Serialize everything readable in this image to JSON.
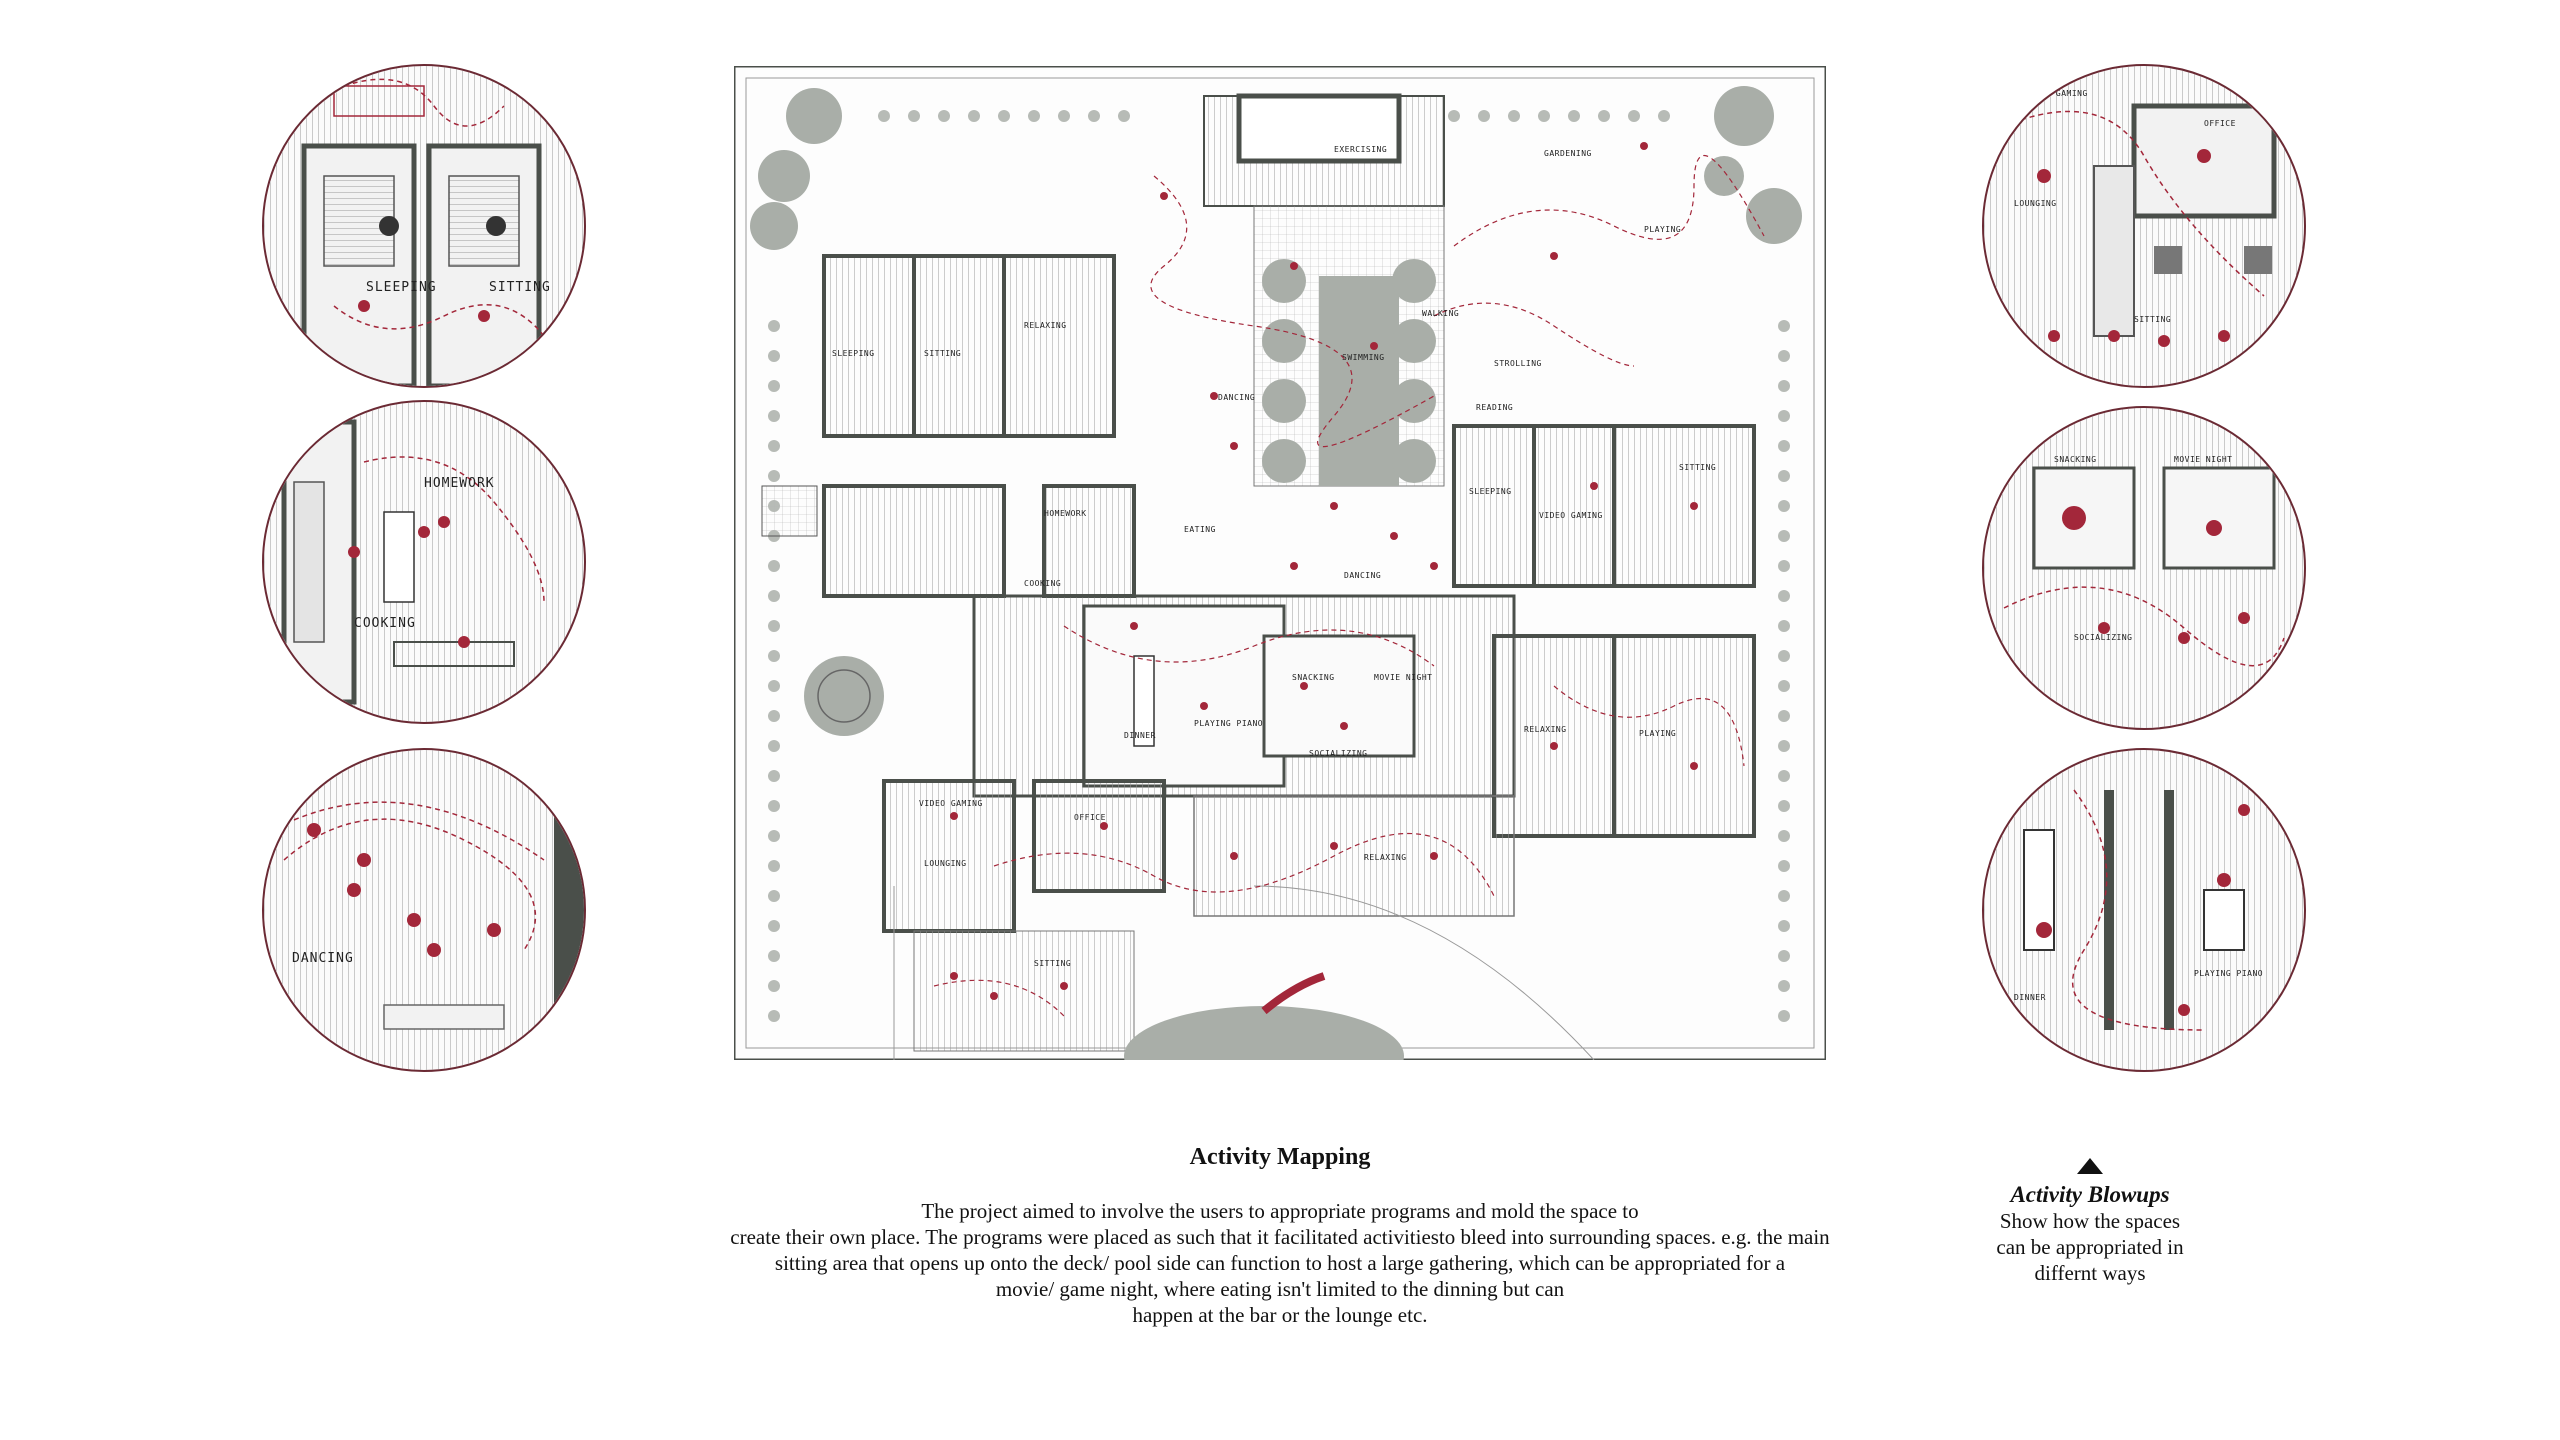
{
  "blowups_left": [
    {
      "labels": [
        "SLEEPING",
        "SITTING"
      ]
    },
    {
      "labels": [
        "HOMEWORK",
        "COOKING"
      ]
    },
    {
      "labels": [
        "DANCING"
      ]
    }
  ],
  "blowups_right": [
    {
      "labels": [
        "VIDEO GAMING",
        "OFFICE",
        "LOUNGING",
        "SITTING"
      ]
    },
    {
      "labels": [
        "SNACKING",
        "MOVIE NIGHT",
        "SOCIALIZING"
      ]
    },
    {
      "labels": [
        "DINNER",
        "PLAYING PIANO"
      ]
    }
  ],
  "plan_labels": {
    "exercising": "EXERCISING",
    "gardening": "GARDENING",
    "playing_top": "PLAYING",
    "walking": "WALKING",
    "strolling": "STROLLING",
    "reading": "READING",
    "swimming": "SWIMMING",
    "dancing": "DANCING",
    "sleeping_a": "SLEEPING",
    "sitting_a": "SITTING",
    "relaxing_a": "RELAXING",
    "homework": "HOMEWORK",
    "cooking": "COOKING",
    "eating": "EATING",
    "dancing_b": "DANCING",
    "sleeping_b": "SLEEPING",
    "video_gaming_a": "VIDEO GAMING",
    "sitting_b": "SITTING",
    "snacking": "SNACKING",
    "movie_night": "MOVIE NIGHT",
    "playing_piano": "PLAYING PIANO",
    "dinner": "DINNER",
    "socializing": "SOCIALIZING",
    "relaxing_b": "RELAXING",
    "playing_b": "PLAYING",
    "video_gaming_b": "VIDEO GAMING",
    "office": "OFFICE",
    "lounging": "LOUNGING",
    "relaxing_c": "RELAXING",
    "sitting_c": "SITTING"
  },
  "caption": {
    "title": "Activity Mapping",
    "lines": [
      "The project aimed to involve the users to appropriate programs and mold the space to",
      "create their own place. The programs were placed as such that it facilitated activitiesto bleed into surrounding spaces. e.g. the main",
      "sitting area that opens up onto the deck/ pool side can function to host a large gathering, which can be appropriated for a",
      "movie/ game night, where eating isn't limited to the dinning but can",
      "happen at the bar or the lounge etc."
    ]
  },
  "blowups_note": {
    "title": "Activity Blowups",
    "lines": [
      "Show how the spaces",
      "can be appropriated in",
      "differnt ways"
    ]
  },
  "colors": {
    "wall": "#4a4f4a",
    "accent": "#a3273a",
    "tree": "#a9aea8",
    "hatch": "#8a8a8a"
  }
}
